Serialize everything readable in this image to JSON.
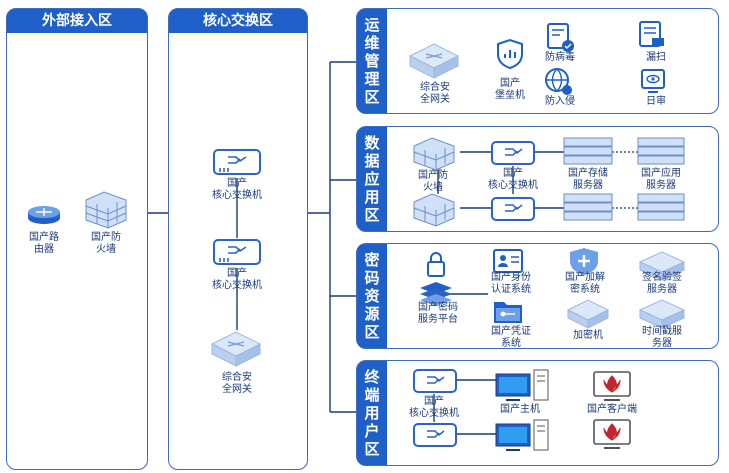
{
  "zones": {
    "external": {
      "title": "外部接入区"
    },
    "core": {
      "title": "核心交换区"
    }
  },
  "sections": {
    "ops": {
      "tab": [
        "运",
        "维",
        "管",
        "理",
        "区"
      ]
    },
    "data": {
      "tab": [
        "数",
        "据",
        "应",
        "用",
        "区"
      ]
    },
    "crypto": {
      "tab": [
        "密",
        "码",
        "资",
        "源",
        "区"
      ]
    },
    "terminal": {
      "tab": [
        "终",
        "端",
        "用",
        "户",
        "区"
      ]
    }
  },
  "labels": {
    "router": [
      "国产路",
      "由器"
    ],
    "ext_firewall": [
      "国产防",
      "火墙"
    ],
    "core_switch_1": [
      "国产",
      "核心交换机"
    ],
    "core_switch_2": [
      "国产",
      "核心交换机"
    ],
    "core_gateway": [
      "综合安",
      "全网关"
    ],
    "ops_gateway": [
      "综合安",
      "全网关"
    ],
    "ops_bastion": [
      "国产",
      "堡垒机"
    ],
    "ops_antivirus": "防病毒",
    "ops_scan": "漏扫",
    "ops_ips": "防入侵",
    "ops_audit": "日审",
    "data_firewall": [
      "国产防",
      "火墙"
    ],
    "data_switch": [
      "国产",
      "核心交换机"
    ],
    "data_storage": [
      "国产存储",
      "服务器"
    ],
    "data_appserver": [
      "国产应用",
      "服务器"
    ],
    "crypto_platform": [
      "国产密码",
      "服务平台"
    ],
    "crypto_identity": [
      "国产身份",
      "认证系统"
    ],
    "crypto_encrypt": [
      "国产加解",
      "密系统"
    ],
    "crypto_sign": [
      "签名验签",
      "服务器"
    ],
    "crypto_cert": [
      "国产凭证",
      "系统"
    ],
    "crypto_machine": "加密机",
    "crypto_timestamp": [
      "时间戳服",
      "务器"
    ],
    "term_switch": [
      "国产",
      "核心交换机"
    ],
    "term_host": "国产主机",
    "term_client": "国产客户端"
  },
  "colors": {
    "brand_blue": "#1f5fc8",
    "border_blue": "#3c6bc0",
    "icon_blue": "#2b63c7",
    "light_blue": "#cfe0f7",
    "line": "#1a3a78",
    "client_red": "#c0282d"
  }
}
